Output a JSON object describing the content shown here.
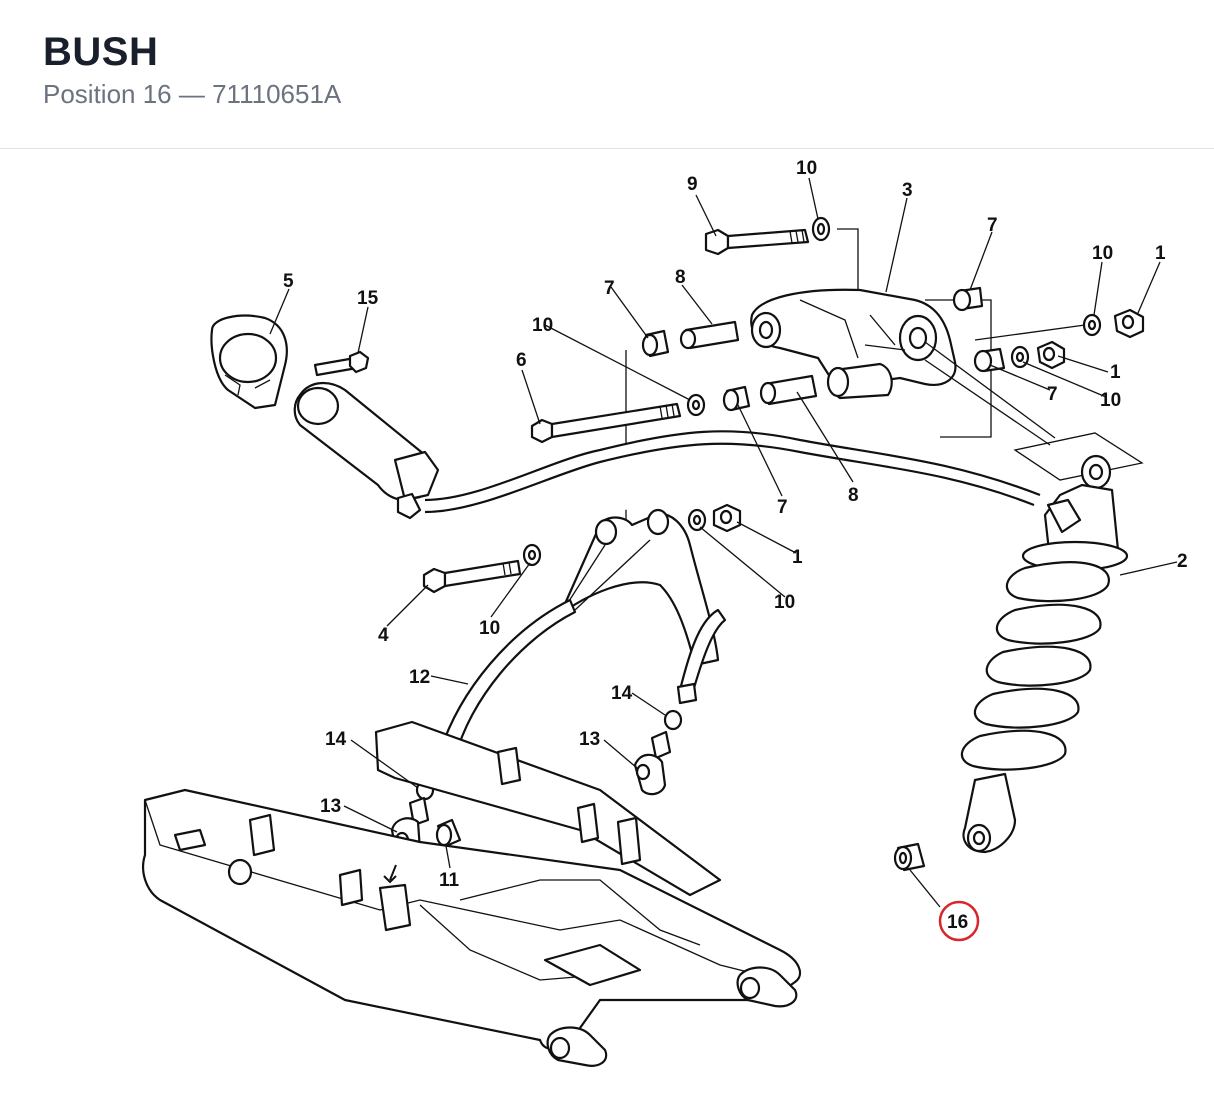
{
  "header": {
    "title": "BUSH",
    "subtitle": "Position 16 — 71110651A"
  },
  "diagram": {
    "highlight_color": "#d7262e",
    "callouts": {
      "c1a": "1",
      "c1b": "1",
      "c1c": "1",
      "c2": "2",
      "c3": "3",
      "c4": "4",
      "c5": "5",
      "c6": "6",
      "c7a": "7",
      "c7b": "7",
      "c7c": "7",
      "c7d": "7",
      "c8a": "8",
      "c8b": "8",
      "c9": "9",
      "c10a": "10",
      "c10b": "10",
      "c10c": "10",
      "c10d": "10",
      "c10e": "10",
      "c10f": "10",
      "c11": "11",
      "c12": "12",
      "c13a": "13",
      "c13b": "13",
      "c14a": "14",
      "c14b": "14",
      "c15": "15",
      "c16": "16"
    }
  }
}
